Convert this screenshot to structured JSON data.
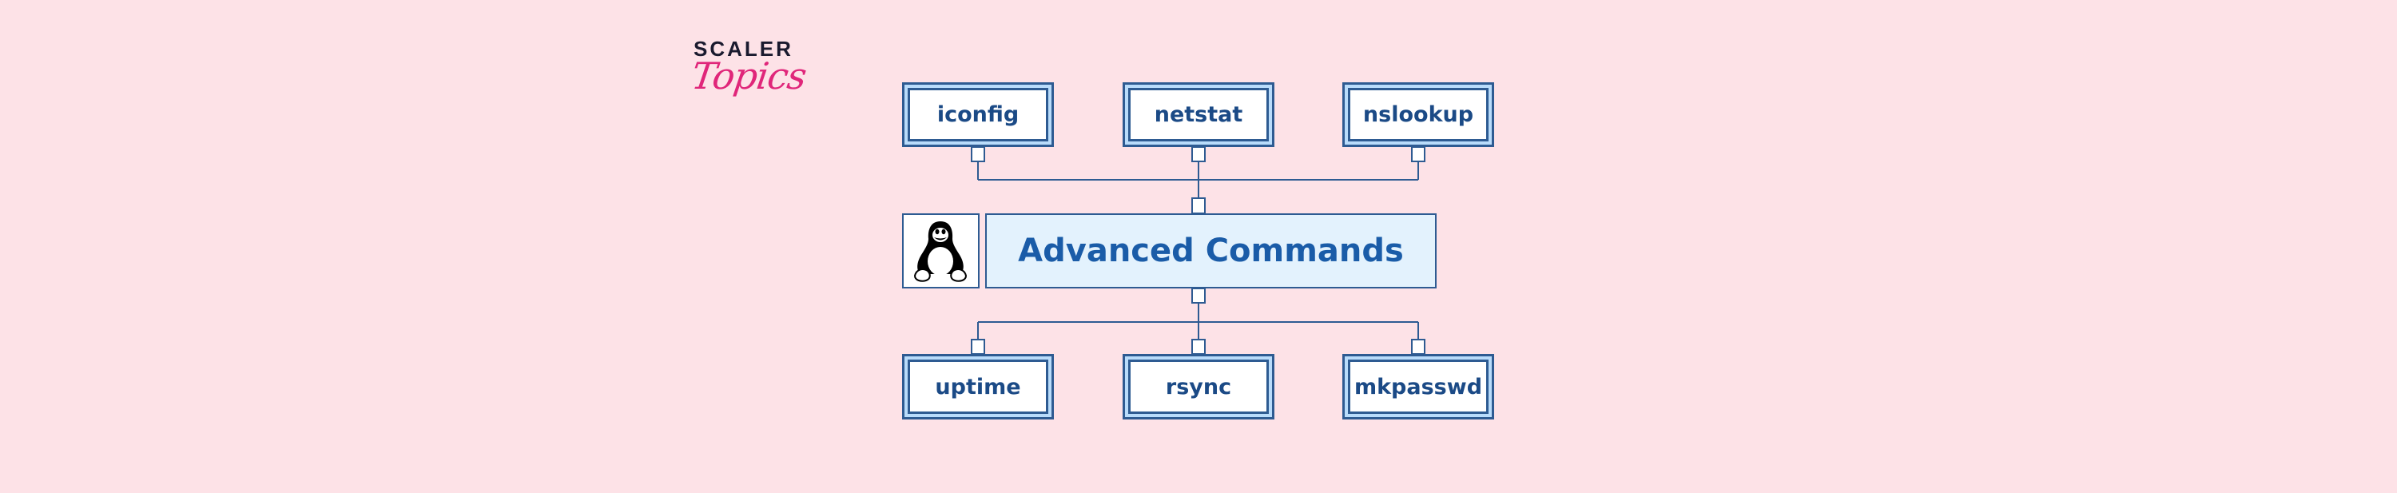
{
  "logo": {
    "line1": "SCALER",
    "line2": "Topics"
  },
  "diagram": {
    "center": {
      "label": "Advanced Commands",
      "icon": "linux-tux-icon"
    },
    "top_nodes": [
      {
        "label": "iconfig"
      },
      {
        "label": "netstat"
      },
      {
        "label": "nslookup"
      }
    ],
    "bottom_nodes": [
      {
        "label": "uptime"
      },
      {
        "label": "rsync"
      },
      {
        "label": "mkpasswd"
      }
    ]
  },
  "colors": {
    "background": "#fde2e7",
    "node_border": "#2e5b92",
    "node_frame": "#b9dcfb",
    "main_fill": "#e3f2fd",
    "text_dark_blue": "#1b4a86",
    "main_text": "#1a5ca8",
    "logo_pink": "#e0267a"
  }
}
